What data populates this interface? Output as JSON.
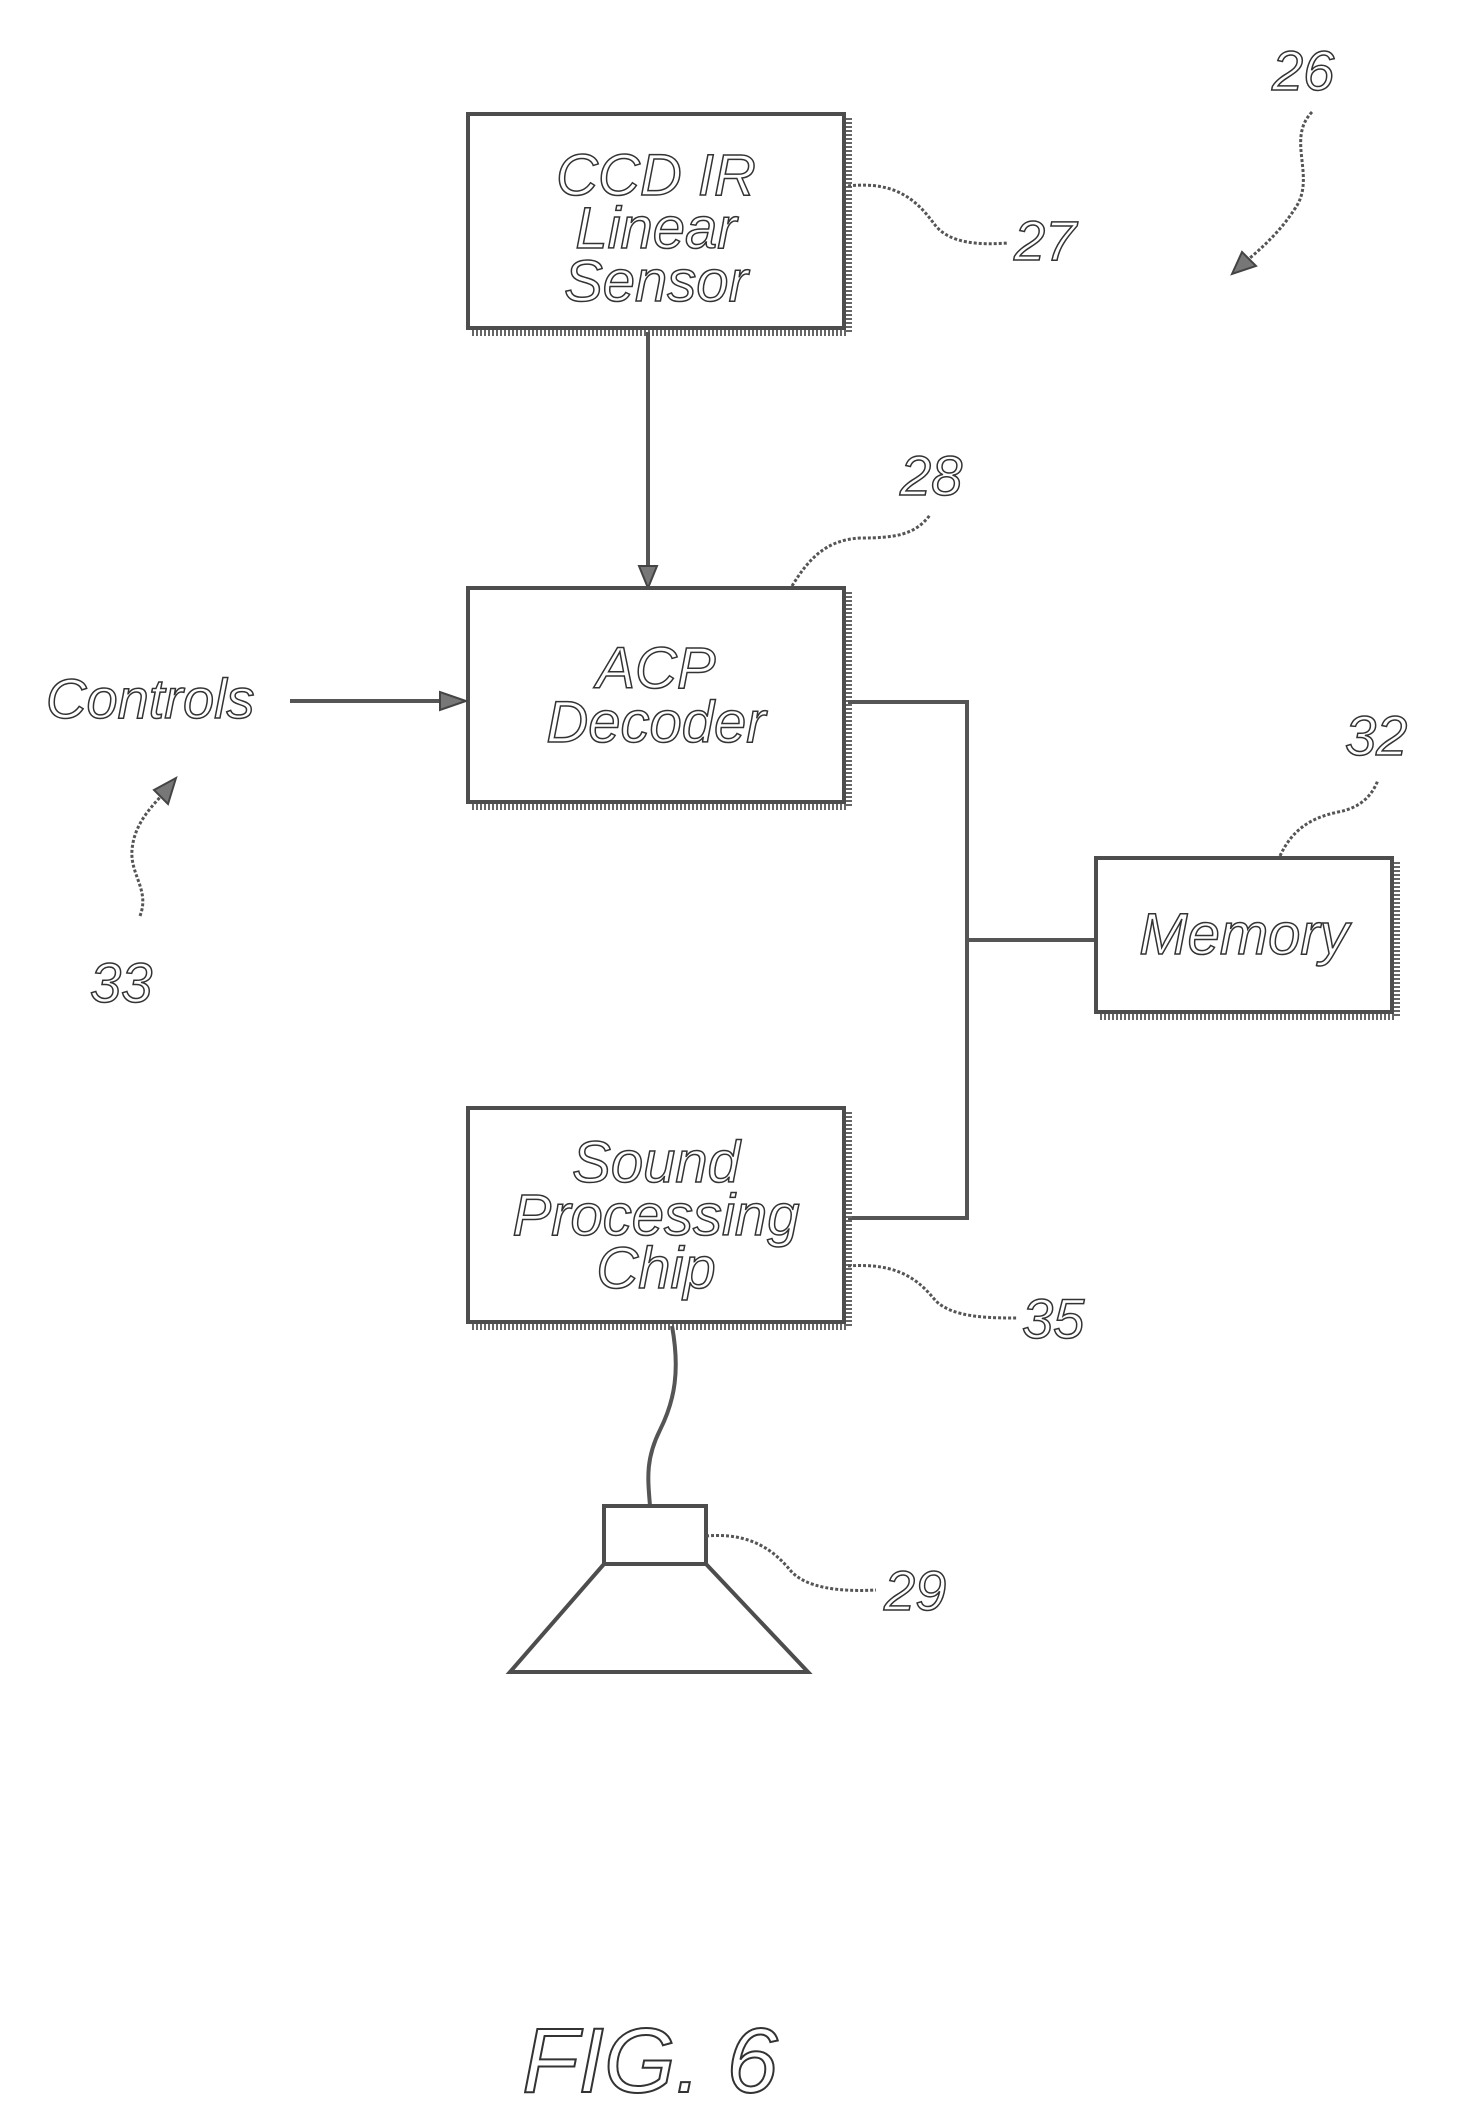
{
  "figure": {
    "caption": "FIG. 6",
    "reference_numeral": "26"
  },
  "blocks": {
    "ccd_sensor": {
      "lines": [
        "CCD IR",
        "Linear",
        "Sensor"
      ],
      "ref": "27"
    },
    "acp_decoder": {
      "lines": [
        "ACP",
        "Decoder"
      ],
      "ref": "28"
    },
    "memory": {
      "lines": [
        "Memory"
      ],
      "ref": "32"
    },
    "sound_chip": {
      "lines": [
        "Sound",
        "Processing",
        "Chip"
      ],
      "ref": "35"
    },
    "speaker": {
      "ref": "29"
    }
  },
  "controls": {
    "label": "Controls",
    "ref": "33"
  }
}
